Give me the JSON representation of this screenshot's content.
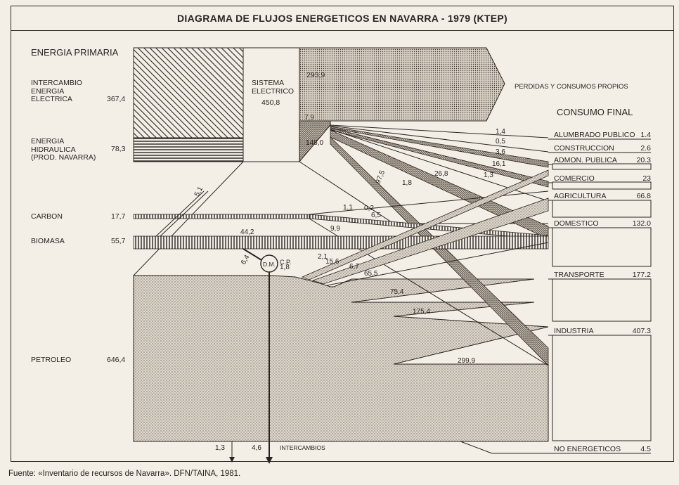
{
  "title": "DIAGRAMA DE FLUJOS ENERGETICOS EN NAVARRA - 1979 (KTEP)",
  "primary": {
    "heading": "ENERGIA PRIMARIA",
    "intercambio": {
      "label": "INTERCAMBIO\nENERGIA\nELECTRICA",
      "value": "367,4"
    },
    "hidraulica": {
      "label": "ENERGIA\nHIDRAULICA\n(PROD. NAVARRA)",
      "value": "78,3"
    },
    "carbon": {
      "label": "CARBON",
      "value": "17,7"
    },
    "biomasa": {
      "label": "BIOMASA",
      "value": "55,7"
    },
    "petroleo": {
      "label": "PETROLEO",
      "value": "646,4"
    }
  },
  "sistema": {
    "label": "SISTEMA\nELECTRICO",
    "value": "450,8"
  },
  "perdidas": {
    "label": "PERDIDAS Y CONSUMOS PROPIOS",
    "value": "293,9"
  },
  "consumo_heading": "CONSUMO FINAL",
  "consumo": [
    {
      "label": "ALUMBRADO PUBLICO",
      "value": "1.4"
    },
    {
      "label": "CONSTRUCCION",
      "value": "2.6"
    },
    {
      "label": "ADMON. PUBLICA",
      "value": "20.3"
    },
    {
      "label": "COMERCIO",
      "value": "23"
    },
    {
      "label": "AGRICULTURA",
      "value": "66.8"
    },
    {
      "label": "DOMESTICO",
      "value": "132.0"
    },
    {
      "label": "TRANSPORTE",
      "value": "177.2"
    },
    {
      "label": "INDUSTRIA",
      "value": "407.3"
    },
    {
      "label": "NO ENERGETICOS",
      "value": "4.5"
    }
  ],
  "flows": {
    "e79": "7,9",
    "e148": "148,0",
    "e14": "1,4",
    "e05": "0,5",
    "e36": "3,6",
    "e161": "16,1",
    "e13": "1,3",
    "e268": "26,8",
    "e18": "1,8",
    "e975": "97,5",
    "c11": "1,1",
    "c02": "0,2",
    "c65": "6,5",
    "c99": "9,9",
    "b51": "5,1",
    "b442": "44,2",
    "p64": "6,4",
    "p18": "1,8",
    "p21": "2,1",
    "p156": "15,6",
    "p67": "6,7",
    "p655": "65,5",
    "p754": "75,4",
    "p1754": "175,4",
    "p2999": "299,9",
    "p13": "1,3",
    "p46": "4,6"
  },
  "dm_label": "D.M.",
  "cp_label": "C.P.",
  "intercambios_label": "INTERCAMBIOS",
  "source": "Fuente: «Inventario de recursos de Navarra». DFN/TAINA, 1981.",
  "colors": {
    "ink": "#2a2420",
    "paper": "#f3eee6"
  }
}
